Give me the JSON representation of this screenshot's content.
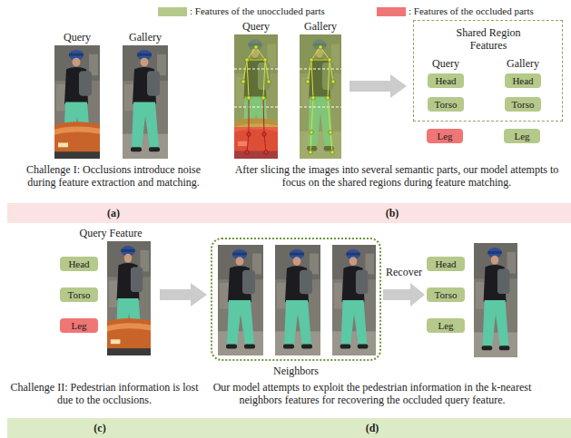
{
  "diagram": {
    "nodes": [
      {
        "text": [
          "Shared Region Features",
          "Query",
          "Gallery"
        ]
      },
      {
        "text": [
          "Head"
        ],
        "in": 0
      },
      {
        "text": [
          "Head"
        ],
        "in": 0
      },
      {
        "text": [
          "Torso"
        ],
        "in": 0
      },
      {
        "text": [
          "Torso"
        ],
        "in": 0
      },
      {
        "text": [
          "Leg"
        ]
      },
      {
        "text": [
          "Leg"
        ]
      },
      {
        "text": [
          "(a)",
          "(b)"
        ]
      },
      {
        "text": [
          "Head"
        ]
      },
      {
        "text": [
          "Torso"
        ]
      },
      {
        "text": [
          "Leg"
        ]
      },
      {
        "text": [
          "Neighbors"
        ]
      },
      {
        "text": [
          "Head"
        ]
      },
      {
        "text": [
          "Torso"
        ]
      },
      {
        "text": [
          "Leg"
        ]
      },
      {
        "text": [
          "(c)",
          "(d)"
        ]
      }
    ],
    "edges": [
      {
        "from": 11,
        "to": 13,
        "label": "Recover",
        "arrow": "to"
      }
    ],
    "labels": [
      "Query",
      "Gallery",
      "Challenge I: Occlusions introduce noise during feature extraction and matching.",
      "Query",
      "Gallery",
      "After slicing the images into several semantic parts, our model attempts to focus on the shared regions during feature matching.",
      "Query Feature",
      "Challenge II: Pedestrian information is lost due to the occlusions.",
      "Our model attempts to exploit the pedestrian information in the k-nearest neighbors features for recovering the occluded query feature."
    ],
    "legend": [
      {
        "text": ": Features of the unoccluded parts",
        "color": "#b5c98a"
      },
      {
        "text": ": Features of the occluded parts",
        "color": "#f07575"
      }
    ]
  }
}
